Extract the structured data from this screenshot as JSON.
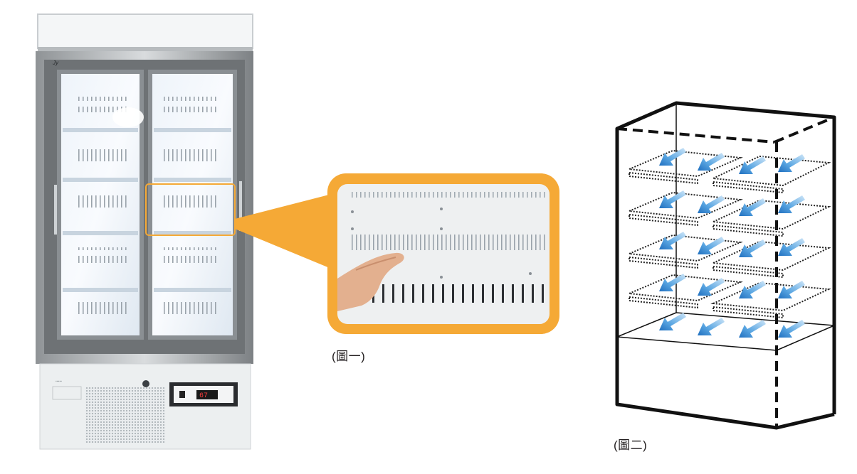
{
  "figure1": {
    "caption": "(圖一)",
    "display_reading": "67",
    "accent_color": "#f5a936"
  },
  "figure2": {
    "caption": "(圖二)",
    "arrow_color": "#3a8fd6"
  }
}
